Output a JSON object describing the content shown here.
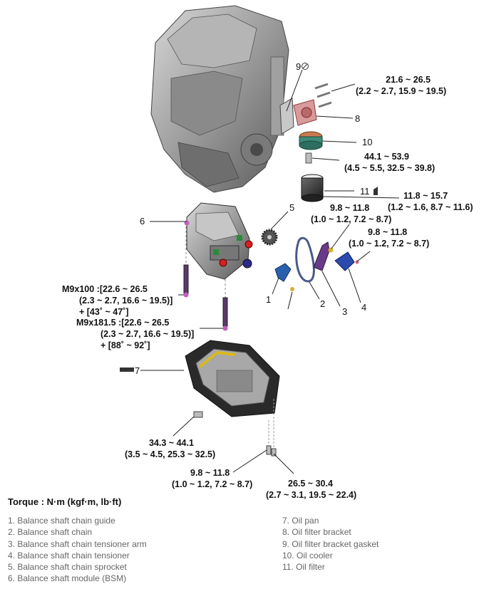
{
  "callouts": {
    "c8_bolts": {
      "line1": "21.6 ~ 26.5",
      "line2": "(2.2 ~ 2.7, 15.9 ~ 19.5)"
    },
    "c10": {
      "line1": "44.1 ~ 53.9",
      "line2": "(4.5 ~ 5.5, 32.5 ~ 39.8)"
    },
    "c11": {
      "line1": "11.8 ~ 15.7",
      "line2": "(1.2 ~ 1.6, 8.7 ~ 11.6)"
    },
    "c3": {
      "line1": "9.8 ~ 11.8",
      "line2": "(1.0 ~ 1.2, 7.2 ~ 8.7)"
    },
    "c4": {
      "line1": "9.8 ~ 11.8",
      "line2": "(1.0 ~ 1.2, 7.2 ~ 8.7)"
    },
    "m9x100": {
      "label": "M9x100",
      "line1": " :[22.6 ~ 26.5",
      "line2": "(2.3 ~ 2.7, 16.6 ~ 19.5)]",
      "line3": "+ [43˚ ~ 47˚]"
    },
    "m9x181": {
      "label": "M9x181.5",
      "line1": " :[22.6 ~ 26.5",
      "line2": "(2.3 ~ 2.7, 16.6 ~ 19.5)]",
      "line3": "+ [88˚ ~ 92˚]"
    },
    "drain": {
      "line1": "34.3 ~ 44.1",
      "line2": "(3.5 ~ 4.5, 25.3 ~ 32.5)"
    },
    "panbolt1": {
      "line1": "9.8 ~ 11.8",
      "line2": "(1.0 ~ 1.2, 7.2 ~ 8.7)"
    },
    "panbolt2": {
      "line1": "26.5 ~ 30.4",
      "line2": "(2.7 ~ 3.1, 19.5 ~ 22.4)"
    }
  },
  "numbers": {
    "n1": "1",
    "n2": "2",
    "n3": "3",
    "n4": "4",
    "n5": "5",
    "n6": "6",
    "n7": "7",
    "n8": "8",
    "n9": "9",
    "n10": "10",
    "n11": "11"
  },
  "torque_title": "Torque : N·m (kgf·m, lb·ft)",
  "legend": {
    "left": [
      "1. Balance shaft chain guide",
      "2. Balance shaft chain",
      "3. Balance shaft chain tensioner arm",
      "4. Balance shaft chain tensioner",
      "5. Balance shaft chain sprocket",
      "6. Balance shaft module (BSM)"
    ],
    "right": [
      "7. Oil pan",
      "8. Oil filter bracket",
      "9. Oil filter bracket gasket",
      "10. Oil cooler",
      "11. Oil filter"
    ]
  }
}
